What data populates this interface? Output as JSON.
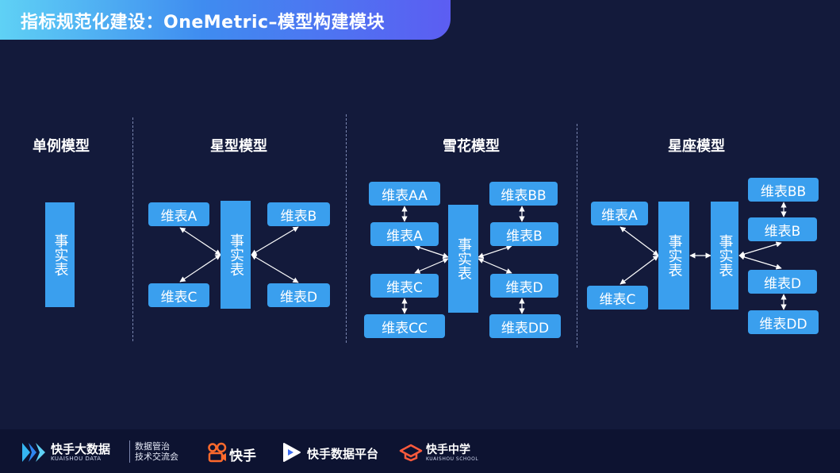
{
  "header": {
    "title": "指标规范化建设：OneMetric–模型构建模块"
  },
  "sections": {
    "single": {
      "title": "单例模型",
      "fact": "事实表"
    },
    "star": {
      "title": "星型模型",
      "fact": "事实表",
      "dims": [
        "维表A",
        "维表B",
        "维表C",
        "维表D"
      ]
    },
    "snowflake": {
      "title": "雪花模型",
      "fact": "事实表",
      "dims": [
        "维表A",
        "维表B",
        "维表C",
        "维表D"
      ],
      "subdims": [
        "维表AA",
        "维表BB",
        "维表CC",
        "维表DD"
      ]
    },
    "constellation": {
      "title": "星座模型",
      "facts": [
        "事实表",
        "事实表"
      ],
      "dims": [
        "维表A",
        "维表C",
        "维表B",
        "维表D"
      ],
      "subdims": [
        "维表BB",
        "维表DD"
      ]
    }
  },
  "footer": {
    "ksbd_name": "快手大数据",
    "ksbd_sub": "KUAISHOU DATA",
    "gov_line1": "数据管治",
    "gov_line2": "技术交流会",
    "kuaishou": "快手",
    "platform": "快手数据平台",
    "school": "快手中学",
    "school_sub": "KUAISHOU SCHOOL"
  },
  "colors": {
    "node": "#3a9fee",
    "background": "#131a3b",
    "arrow": "#ffffff"
  },
  "icons": [
    "kuaishou-data-logo-icon",
    "kuaishou-logo-icon",
    "play-logo-icon",
    "school-logo-icon"
  ]
}
